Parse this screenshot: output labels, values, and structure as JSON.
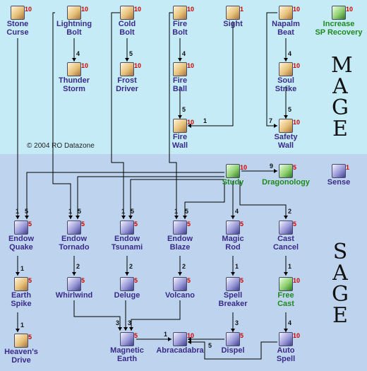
{
  "copyright": "© 2004 RO Datazone",
  "class_labels": {
    "mage": [
      "M",
      "A",
      "G",
      "E"
    ],
    "sage": [
      "S",
      "A",
      "G",
      "E"
    ]
  },
  "skills": {
    "stone_curse": {
      "name": [
        "Stone",
        "Curse"
      ],
      "level": "10",
      "style": "mage"
    },
    "lightning_bolt": {
      "name": [
        "Lightning",
        "Bolt"
      ],
      "level": "10",
      "style": "mage"
    },
    "cold_bolt": {
      "name": [
        "Cold",
        "Bolt"
      ],
      "level": "10",
      "style": "mage"
    },
    "fire_bolt": {
      "name": [
        "Fire",
        "Bolt"
      ],
      "level": "10",
      "style": "mage"
    },
    "sight": {
      "name": [
        "Sight"
      ],
      "level": "1",
      "style": "mage"
    },
    "napalm_beat": {
      "name": [
        "Napalm",
        "Beat"
      ],
      "level": "10",
      "style": "mage"
    },
    "sp_recovery": {
      "name": [
        "Increase",
        "SP Recovery"
      ],
      "level": "10",
      "style": "green"
    },
    "thunder_storm": {
      "name": [
        "Thunder",
        "Storm"
      ],
      "level": "10",
      "style": "mage"
    },
    "frost_driver": {
      "name": [
        "Frost",
        "Driver"
      ],
      "level": "10",
      "style": "mage"
    },
    "fire_ball": {
      "name": [
        "Fire",
        "Ball"
      ],
      "level": "10",
      "style": "mage"
    },
    "soul_strike": {
      "name": [
        "Soul",
        "Strike"
      ],
      "level": "10",
      "style": "mage"
    },
    "fire_wall": {
      "name": [
        "Fire",
        "Wall"
      ],
      "level": "10",
      "style": "mage"
    },
    "safety_wall": {
      "name": [
        "Safety",
        "Wall"
      ],
      "level": "10",
      "style": "mage"
    },
    "study": {
      "name": [
        "Study"
      ],
      "level": "10",
      "style": "green"
    },
    "dragonology": {
      "name": [
        "Dragonology"
      ],
      "level": "5",
      "style": "green"
    },
    "sense": {
      "name": [
        "Sense"
      ],
      "level": "1",
      "style": "sage"
    },
    "endow_quake": {
      "name": [
        "Endow",
        "Quake"
      ],
      "level": "5",
      "style": "sage"
    },
    "endow_tornado": {
      "name": [
        "Endow",
        "Tornado"
      ],
      "level": "5",
      "style": "sage"
    },
    "endow_tsunami": {
      "name": [
        "Endow",
        "Tsunami"
      ],
      "level": "5",
      "style": "sage"
    },
    "endow_blaze": {
      "name": [
        "Endow",
        "Blaze"
      ],
      "level": "5",
      "style": "sage"
    },
    "magic_rod": {
      "name": [
        "Magic",
        "Rod"
      ],
      "level": "5",
      "style": "sage"
    },
    "cast_cancel": {
      "name": [
        "Cast",
        "Cancel"
      ],
      "level": "5",
      "style": "sage"
    },
    "earth_spike": {
      "name": [
        "Earth",
        "Spike"
      ],
      "level": "5",
      "style": "mage"
    },
    "whirlwind": {
      "name": [
        "Whirlwind"
      ],
      "level": "5",
      "style": "sage"
    },
    "deluge": {
      "name": [
        "Deluge"
      ],
      "level": "5",
      "style": "sage"
    },
    "volcano": {
      "name": [
        "Volcano"
      ],
      "level": "5",
      "style": "sage"
    },
    "spell_breaker": {
      "name": [
        "Spell",
        "Breaker"
      ],
      "level": "5",
      "style": "sage"
    },
    "free_cast": {
      "name": [
        "Free",
        "Cast"
      ],
      "level": "10",
      "style": "green"
    },
    "heavens_drive": {
      "name": [
        "Heaven's",
        "Drive"
      ],
      "level": "5",
      "style": "mage"
    },
    "magnetic_earth": {
      "name": [
        "Magnetic",
        "Earth"
      ],
      "level": "5",
      "style": "sage"
    },
    "abracadabra": {
      "name": [
        "Abracadabra"
      ],
      "level": "10",
      "style": "sage"
    },
    "dispel": {
      "name": [
        "Dispel"
      ],
      "level": "5",
      "style": "sage"
    },
    "auto_spell": {
      "name": [
        "Auto",
        "Spell"
      ],
      "level": "10",
      "style": "sage"
    }
  },
  "requirements": {
    "thunder_storm": "4",
    "frost_driver": "5",
    "fire_ball": "4",
    "soul_strike": "4",
    "fire_wall_a": "5",
    "fire_wall_b": "1",
    "safety_wall_a": "7",
    "safety_wall_b": "5",
    "dragonology": "9",
    "endow_quake_a": "1",
    "endow_quake_b": "5",
    "endow_tornado_a": "1",
    "endow_tornado_b": "5",
    "endow_tsunami_a": "1",
    "endow_tsunami_b": "5",
    "endow_blaze_a": "1",
    "endow_blaze_b": "5",
    "magic_rod": "4",
    "cast_cancel": "2",
    "earth_spike": "1",
    "whirlwind": "2",
    "deluge": "2",
    "volcano": "2",
    "spell_breaker": "1",
    "free_cast": "1",
    "heavens_drive": "1",
    "magnetic_earth_a": "3",
    "magnetic_earth_b": "3",
    "abracadabra_a": "1",
    "abracadabra_b": "5",
    "dispel": "3",
    "auto_spell": "4"
  }
}
